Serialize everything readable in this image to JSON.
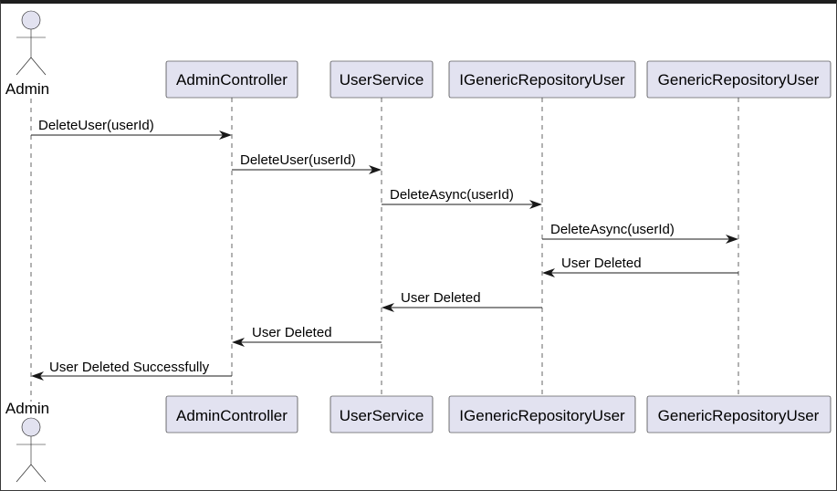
{
  "participants": [
    {
      "id": "admin",
      "label": "Admin",
      "kind": "actor"
    },
    {
      "id": "admincontroller",
      "label": "AdminController",
      "kind": "participant"
    },
    {
      "id": "userservice",
      "label": "UserService",
      "kind": "participant"
    },
    {
      "id": "igenericrepositoryuser",
      "label": "IGenericRepositoryUser",
      "kind": "participant"
    },
    {
      "id": "genericrepositoryuser",
      "label": "GenericRepositoryUser",
      "kind": "participant"
    }
  ],
  "messages": [
    {
      "from": "admin",
      "to": "admincontroller",
      "label": "DeleteUser(userId)"
    },
    {
      "from": "admincontroller",
      "to": "userservice",
      "label": "DeleteUser(userId)"
    },
    {
      "from": "userservice",
      "to": "igenericrepositoryuser",
      "label": "DeleteAsync(userId)"
    },
    {
      "from": "igenericrepositoryuser",
      "to": "genericrepositoryuser",
      "label": "DeleteAsync(userId)"
    },
    {
      "from": "genericrepositoryuser",
      "to": "igenericrepositoryuser",
      "label": "User Deleted"
    },
    {
      "from": "igenericrepositoryuser",
      "to": "userservice",
      "label": "User Deleted"
    },
    {
      "from": "userservice",
      "to": "admincontroller",
      "label": "User Deleted"
    },
    {
      "from": "admincontroller",
      "to": "admin",
      "label": "User Deleted Successfully"
    }
  ],
  "colors": {
    "participant_fill": "#e2e2f0",
    "participant_border": "#181818",
    "lifeline": "#666666",
    "arrow": "#181818"
  }
}
